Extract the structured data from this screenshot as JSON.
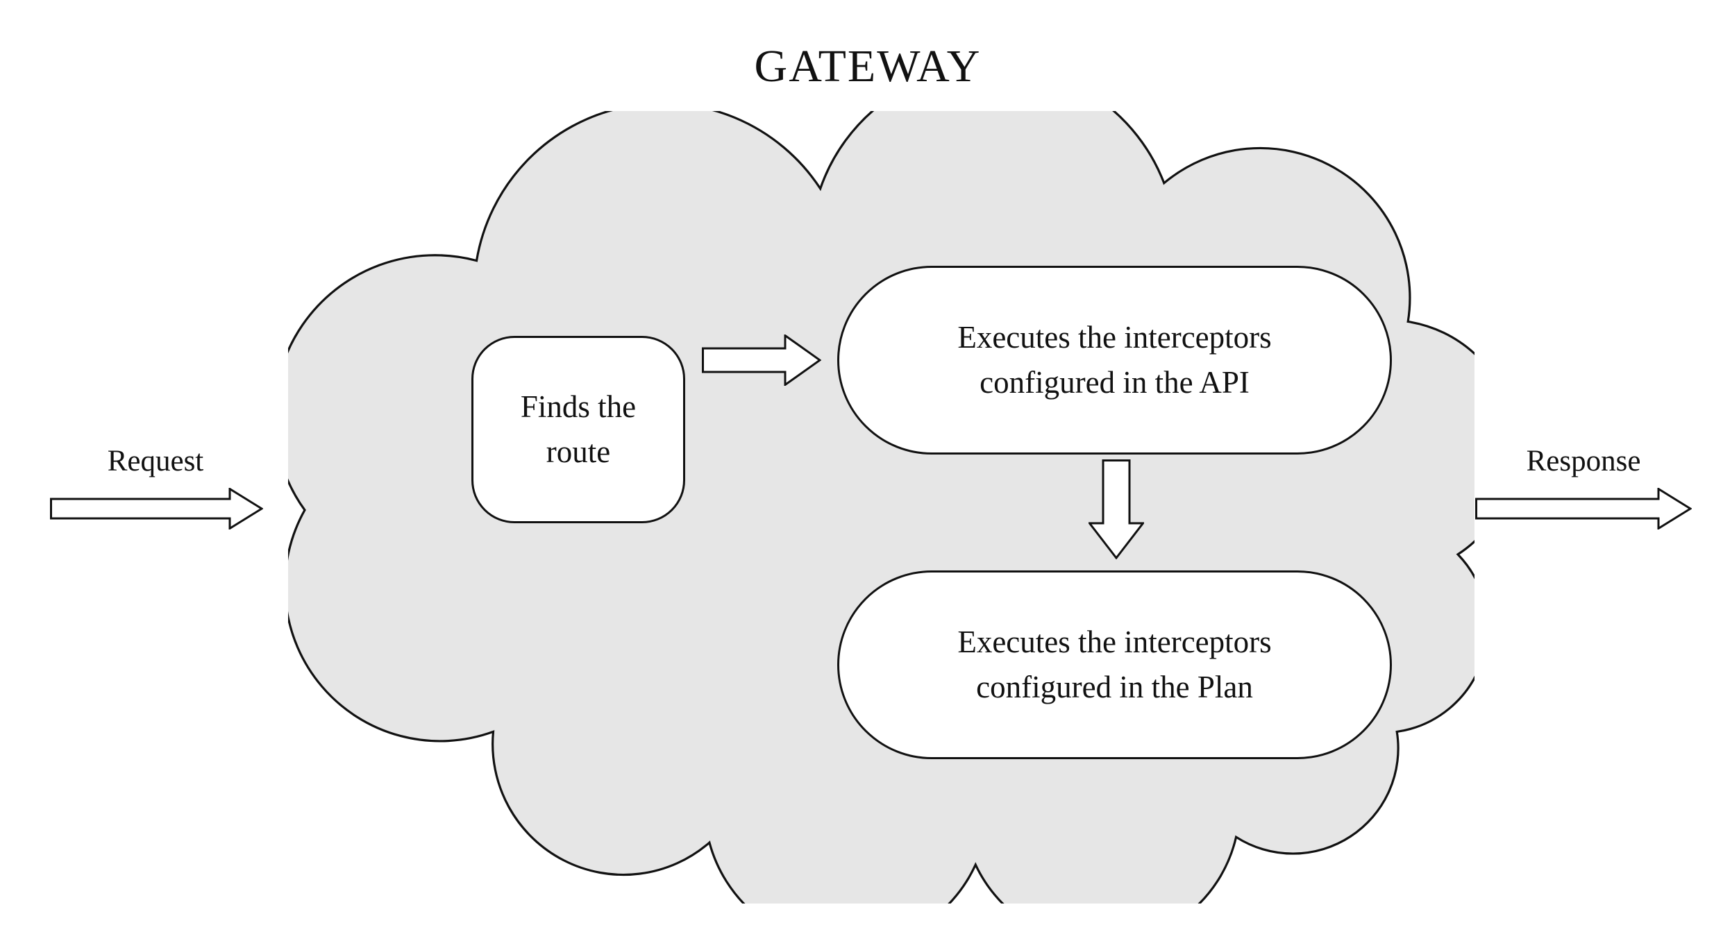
{
  "title": "GATEWAY",
  "labels": {
    "request": "Request",
    "response": "Response"
  },
  "nodes": {
    "finds_route": "Finds the\nroute",
    "api_interceptors": "Executes the interceptors\nconfigured in the API",
    "plan_interceptors": "Executes the interceptors\nconfigured in the Plan"
  },
  "colors": {
    "cloud_fill": "#e6e6e6",
    "outline": "#111111",
    "node_fill": "#ffffff"
  }
}
